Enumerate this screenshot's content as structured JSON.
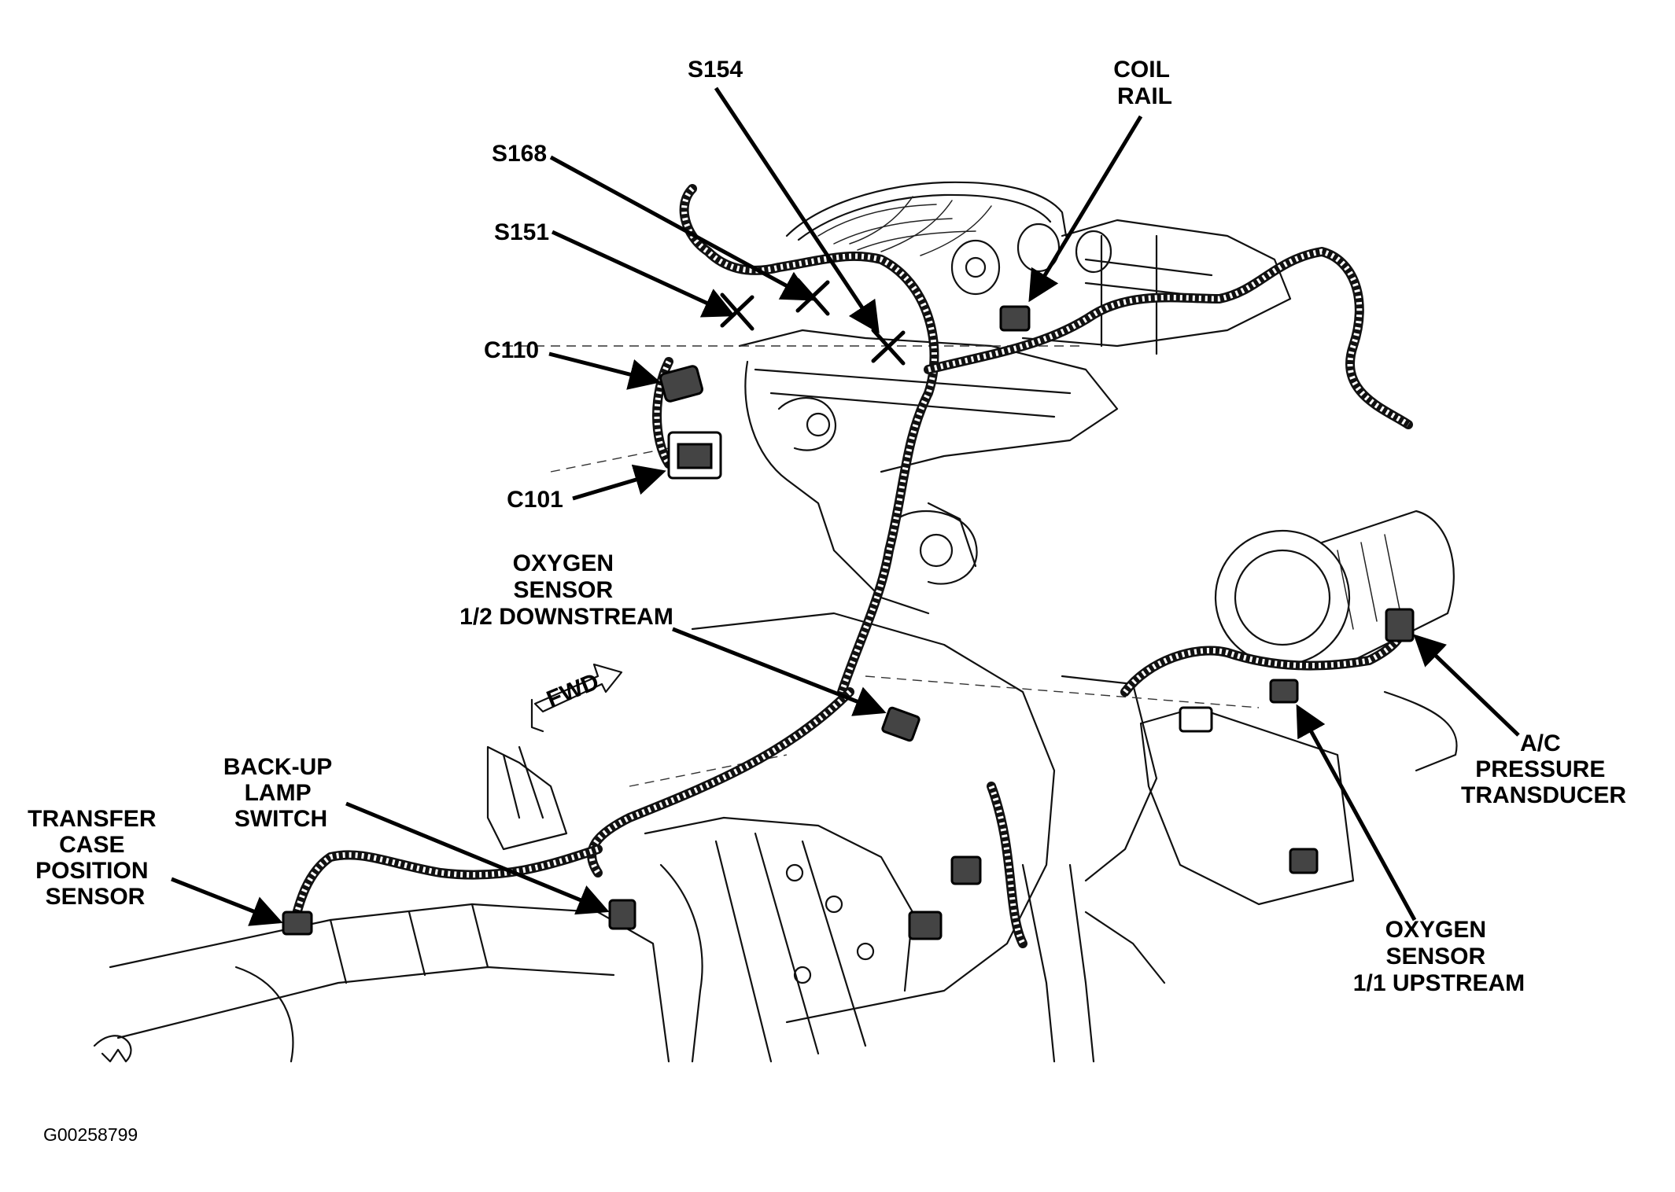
{
  "labels": {
    "s154": "S154",
    "coil_rail": [
      "COIL",
      "RAIL"
    ],
    "s168": "S168",
    "s151": "S151",
    "c110": "C110",
    "c101": "C101",
    "oxygen_downstream": [
      "OXYGEN",
      "SENSOR",
      "1/2 DOWNSTREAM"
    ],
    "ac_transducer": [
      "A/C",
      "PRESSURE",
      "TRANSDUCER"
    ],
    "backup_switch": [
      "BACK-UP",
      "LAMP",
      "SWITCH"
    ],
    "transfer_case": [
      "TRANSFER",
      "CASE",
      "POSITION",
      "SENSOR"
    ],
    "oxygen_upstream": [
      "OXYGEN",
      "SENSOR",
      "1/1 UPSTREAM"
    ],
    "fwd": "FWD"
  },
  "figure_id": "G00258799"
}
